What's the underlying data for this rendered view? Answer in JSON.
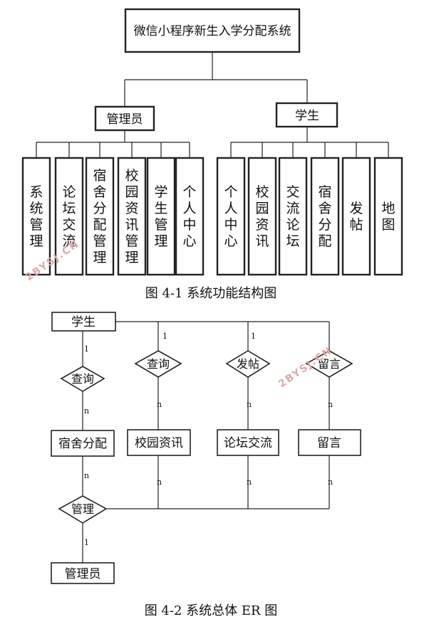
{
  "figure1": {
    "root": "微信小程序新生入学分配系统",
    "groups": [
      {
        "label": "管理员",
        "items": [
          "系统管理",
          "论坛交流",
          "宿舍分配管理",
          "校园资讯管理",
          "学生管理",
          "个人中心"
        ]
      },
      {
        "label": "学生",
        "items": [
          "个人中心",
          "校园资讯",
          "交流论坛",
          "宿舍分配",
          "发帖",
          "地图"
        ]
      }
    ],
    "caption": "图 4-1 系统功能结构图"
  },
  "figure2": {
    "student": "学生",
    "admin": "管理员",
    "relations": [
      "查询",
      "查询",
      "发帖",
      "留言"
    ],
    "entities": [
      "宿舍分配",
      "校园资讯",
      "论坛交流",
      "留言"
    ],
    "manage": "管理",
    "card_one": "1",
    "card_n": "n",
    "caption": "图 4-2 系统总体 ER 图"
  },
  "watermark": "2BYSJ.CN"
}
